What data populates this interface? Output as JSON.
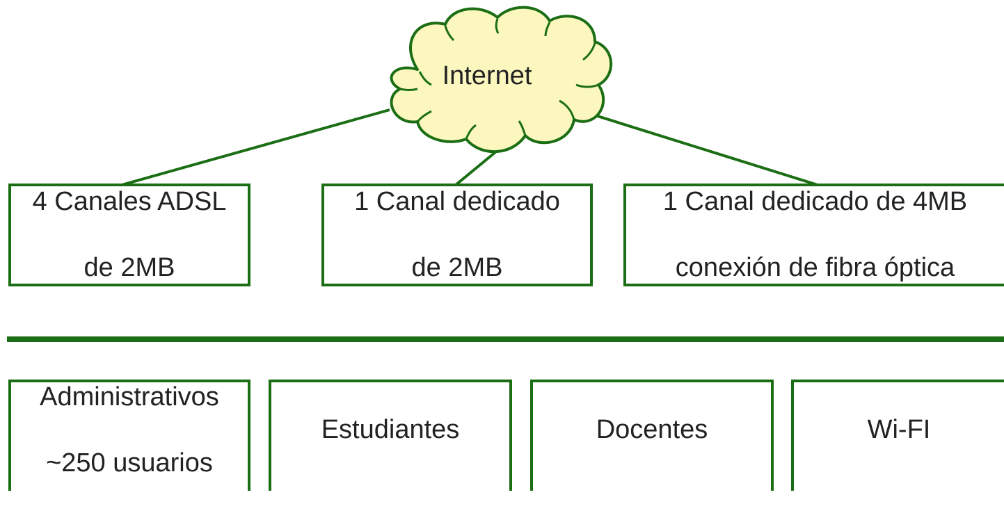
{
  "colors": {
    "stroke": "#1b6e14",
    "cloud_fill": "#fbf7bf",
    "text": "#222222"
  },
  "cloud": {
    "label": "Internet"
  },
  "uplinks": [
    {
      "line1": "4 Canales ADSL",
      "line2": "de 2MB"
    },
    {
      "line1": "1 Canal dedicado",
      "line2": "de 2MB"
    },
    {
      "line1": "1 Canal dedicado de 4MB",
      "line2": "conexión de fibra óptica"
    }
  ],
  "segments": [
    {
      "line1": "Administrativos",
      "line2": "~250 usuarios"
    },
    {
      "line1": "Estudiantes",
      "line2": ""
    },
    {
      "line1": "Docentes",
      "line2": ""
    },
    {
      "line1": "Wi-FI",
      "line2": ""
    }
  ]
}
